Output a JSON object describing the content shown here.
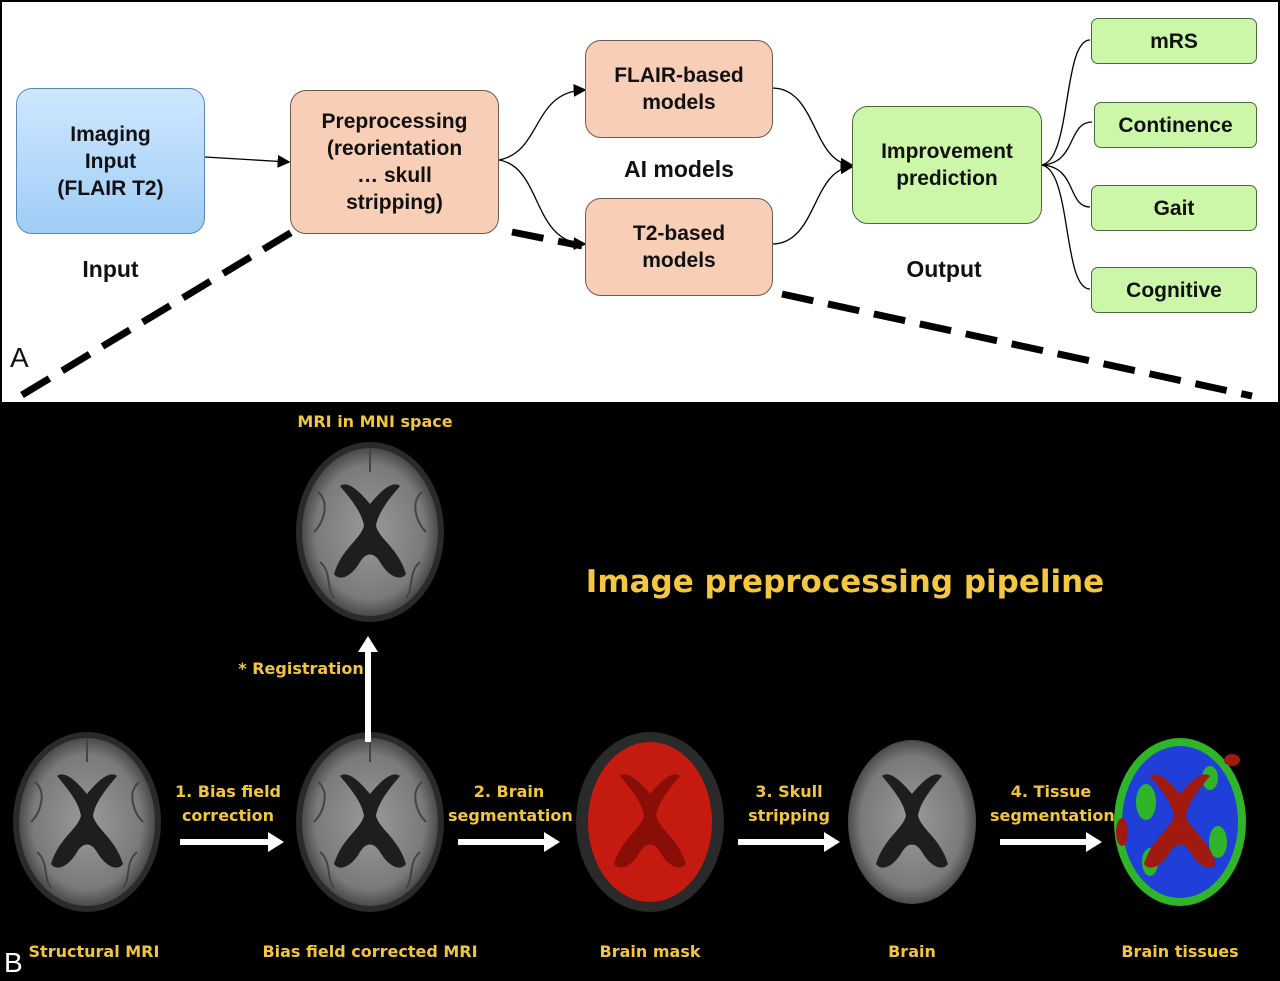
{
  "panel_a": {
    "label": "A",
    "input_box": "Imaging\nInput\n(FLAIR T2)",
    "input_caption": "Input",
    "preprocessing_box": "Preprocessing\n(reorientation\n… skull\nstripping)",
    "flair_box": "FLAIR-based\nmodels",
    "ai_caption": "AI models",
    "t2_box": "T2-based\nmodels",
    "improvement_box": "Improvement\nprediction",
    "output_caption": "Output",
    "outputs": [
      "mRS",
      "Continence",
      "Gait",
      "Cognitive"
    ]
  },
  "panel_b": {
    "label": "B",
    "title": "Image preprocessing pipeline",
    "mni_label": "MRI in MNI space",
    "registration_label": "* Registration",
    "steps": [
      "1. Bias field\ncorrection",
      "2. Brain\nsegmentation",
      "3. Skull\nstripping",
      "4. Tissue\nsegmentation"
    ],
    "images": [
      "Structural MRI",
      "Bias field corrected MRI",
      "Brain mask",
      "Brain",
      "Brain tissues"
    ]
  },
  "colors": {
    "input_fill": "#9fcdf6",
    "model_fill": "#f8cfb6",
    "output_fill": "#ccf7a8",
    "pipeline_text": "#f2c540",
    "mask_red": "#c41a10",
    "tissue_blue": "#1f3fd8",
    "tissue_green": "#2fb52a"
  }
}
